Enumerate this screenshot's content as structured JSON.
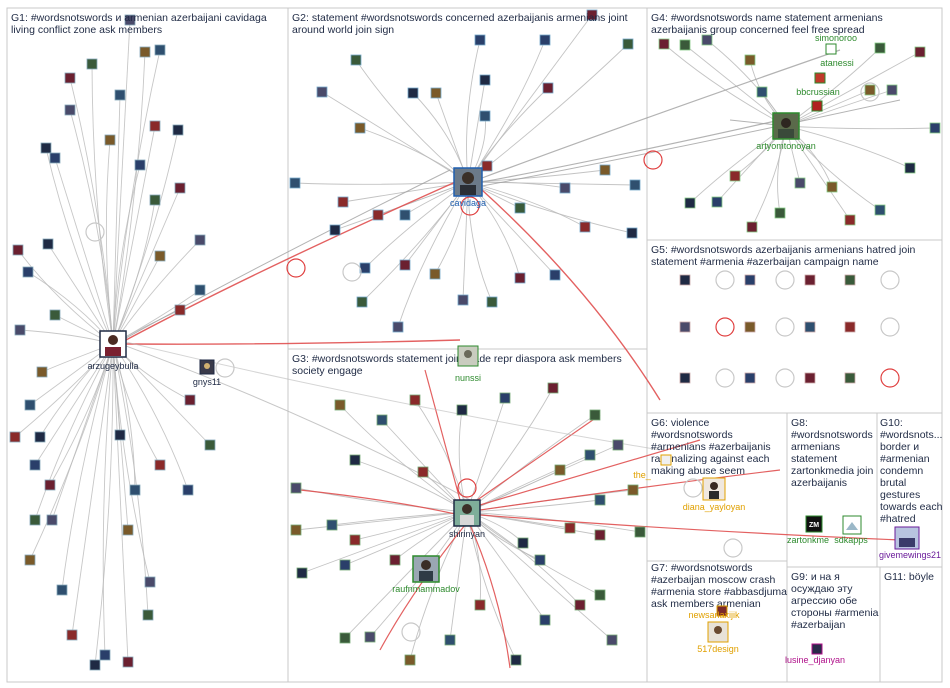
{
  "groups": [
    {
      "id": "G1",
      "lines": [
        "G1: #wordsnotswords и armenian azerbaijani cavidaga",
        "living conflict zone ask members"
      ]
    },
    {
      "id": "G2",
      "lines": [
        "G2: statement #wordsnotswords concerned azerbaijanis armenians joint",
        "around world join sign"
      ]
    },
    {
      "id": "G3",
      "lines": [
        "G3: #wordsnotswords statement join made repr diaspora ask members",
        "society engage"
      ]
    },
    {
      "id": "G4",
      "lines": [
        "G4: #wordsnotswords name statement armenians",
        "azerbaijanis group concerned feel free spread"
      ]
    },
    {
      "id": "G5",
      "lines": [
        "G5: #wordsnotswords azerbaijanis armenians hatred join",
        "statement #armenia #azerbaijan campaign name"
      ]
    },
    {
      "id": "G6",
      "lines": [
        "G6: violence",
        "#wordsnotswords",
        "#armenians #azerbaijanis",
        "rationalizing against each",
        "making abuse seem"
      ]
    },
    {
      "id": "G7",
      "lines": [
        "G7: #wordsnotswords",
        "#azerbaijan moscow crash",
        "#armenia store #abbasdjuma",
        "ask members armenian"
      ]
    },
    {
      "id": "G8",
      "lines": [
        "G8:",
        "#wordsnotswords",
        "armenians",
        "statement",
        "zartonkmedia join",
        "azerbaijanis"
      ]
    },
    {
      "id": "G9",
      "lines": [
        "G9: и на я",
        "осуждаю эту",
        "агрессию обе",
        "стороны #armenia",
        "#azerbaijan"
      ]
    },
    {
      "id": "G10",
      "lines": [
        "G10:",
        "#wordsnots...",
        "border и",
        "#armenian",
        "condemn",
        "brutal",
        "gestures",
        "towards each",
        "#hatred"
      ]
    },
    {
      "id": "G11",
      "lines": [
        "G11: böyle"
      ]
    }
  ],
  "hubs": [
    {
      "id": "arzugeybulla",
      "label": "arzugeybulla",
      "color": "#1f2a44"
    },
    {
      "id": "cavidaga",
      "label": "cavidaga",
      "color": "#1f5fb0"
    },
    {
      "id": "shirinyan",
      "label": "shirinyan",
      "color": "#1f2a44"
    },
    {
      "id": "artyomtonoyan",
      "label": "artyomtonoyan",
      "color": "#2d8a2d"
    },
    {
      "id": "gnys11",
      "label": "gnys11",
      "color": "#1f2a44"
    },
    {
      "id": "nunssi",
      "label": "nunssi",
      "color": "#2d8a2d"
    },
    {
      "id": "raufnmammadov",
      "label": "raufnmammadov",
      "color": "#2d8a2d"
    },
    {
      "id": "simonoroo",
      "label": "simonoroo",
      "color": "#2d8a2d"
    },
    {
      "id": "atanessi",
      "label": "atanessi",
      "color": "#2d8a2d"
    },
    {
      "id": "bbcrussian",
      "label": "bbcrussian",
      "color": "#2d8a2d"
    },
    {
      "id": "the_",
      "label": "the_",
      "color": "#e0a000"
    },
    {
      "id": "diana_yayloyan",
      "label": "diana_yayloyan",
      "color": "#e0a000"
    },
    {
      "id": "zartonkme",
      "label": "zartonkme",
      "color": "#2d8a2d"
    },
    {
      "id": "sdkapps",
      "label": "sdkapps",
      "color": "#2d8a2d"
    },
    {
      "id": "givemewings21",
      "label": "givemewings21",
      "color": "#6a1b9a"
    },
    {
      "id": "newsarlaxijik",
      "label": "newsarlaxijik",
      "color": "#e0a000"
    },
    {
      "id": "517design",
      "label": "517design",
      "color": "#e0a000"
    },
    {
      "id": "lusine_djanyan",
      "label": "lusine_djanyan",
      "color": "#b0108a"
    }
  ],
  "icons": {
    "zm": "ZM"
  }
}
